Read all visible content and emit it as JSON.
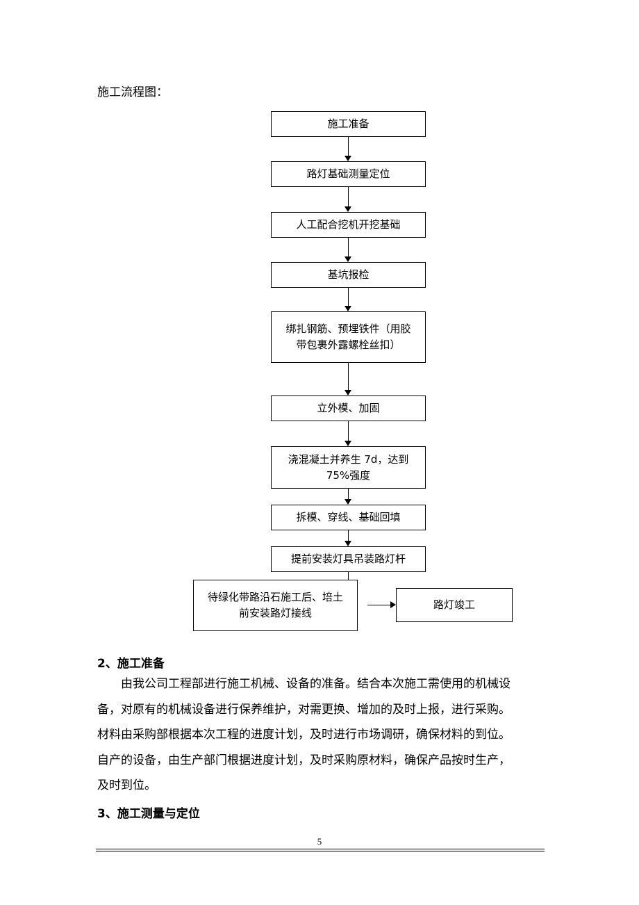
{
  "flowchart_intro": "施工流程图：",
  "flow": {
    "steps": [
      [
        "施工准备"
      ],
      [
        "路灯基础测量定位"
      ],
      [
        "人工配合挖机开挖基础"
      ],
      [
        "基坑报检"
      ],
      [
        "绑扎钢筋、预埋铁件（用胶",
        "带包裹外露螺栓丝扣）"
      ],
      [
        "立外模、加固"
      ],
      [
        "浇混凝土并养生 7d，达到",
        "75%强度"
      ],
      [
        "拆模、穿线、基础回填"
      ],
      [
        "提前安装灯具吊装路灯杆"
      ]
    ],
    "branch": [
      "待绿化带路沿石施工后、培土",
      "前安装路灯接线"
    ],
    "final": "路灯竣工"
  },
  "section2": {
    "heading": "2、施工准备",
    "lines": [
      "由我公司工程部进行施工机械、设备的准备。结合本次施工需使用的机械设",
      "备，对原有的机械设备进行保养维护，对需更换、增加的及时上报，进行采购。",
      "材料由采购部根据本次工程的进度计划，及时进行市场调研，确保材料的到位。",
      "自产的设备，由生产部门根据进度计划，及时采购原材料，确保产品按时生产，",
      "及时到位。"
    ]
  },
  "section3": {
    "heading": "3、施工测量与定位"
  },
  "page_number": "5"
}
